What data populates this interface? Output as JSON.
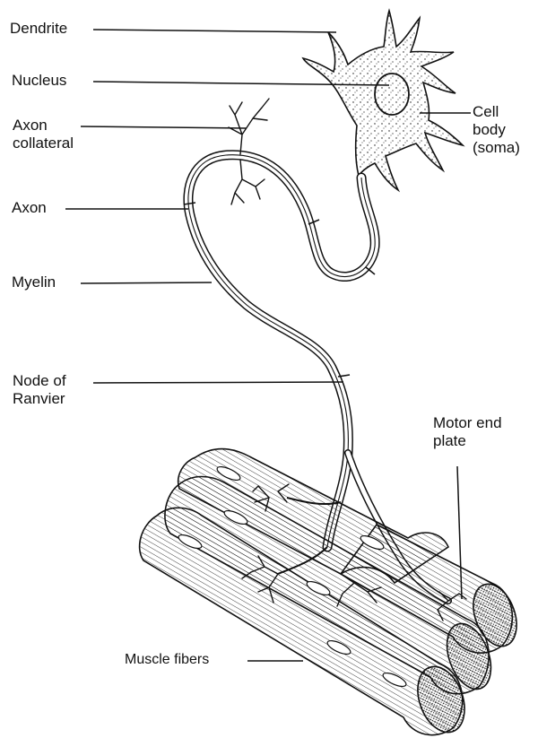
{
  "labels": {
    "dendrite": "Dendrite",
    "nucleus": "Nucleus",
    "axon_collateral": "Axon\ncollateral",
    "cell_body": "Cell\nbody\n(soma)",
    "axon": "Axon",
    "myelin": "Myelin",
    "node_of_ranvier": "Node of\nRanvier",
    "motor_end_plate": "Motor end\nplate",
    "muscle_fibers": "Muscle fibers"
  },
  "colors": {
    "ink": "#111111",
    "paper": "#ffffff"
  }
}
